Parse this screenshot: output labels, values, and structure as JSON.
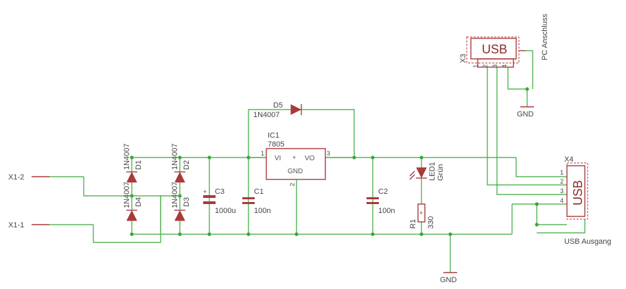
{
  "connectors": {
    "x1_2": "X1-2",
    "x1_1": "X1-1"
  },
  "diodes": {
    "d1_name": "D1",
    "d1_value": "1N4007",
    "d2_name": "D2",
    "d2_value": "1N4007",
    "d3_name": "D3",
    "d3_value": "1N4007",
    "d4_name": "D4",
    "d4_value": "1N4007",
    "d5_name": "D5",
    "d5_value": "1N4007"
  },
  "capacitors": {
    "c1_name": "C1",
    "c1_value": "100n",
    "c2_name": "C2",
    "c2_value": "100n",
    "c3_name": "C3",
    "c3_value": "1000u"
  },
  "regulator": {
    "name": "IC1",
    "value": "7805",
    "pin_vi": "VI",
    "pin_vo": "VO",
    "pin_gnd": "GND",
    "pin1": "1",
    "pin2": "2",
    "pin3": "3"
  },
  "led": {
    "name": "LED1",
    "value": "Grün"
  },
  "resistor": {
    "name": "R1",
    "value": "330"
  },
  "usb_in": {
    "name": "X3",
    "label": "USB",
    "note": "PC Anschluss",
    "pins": [
      "1",
      "2",
      "3",
      "4"
    ]
  },
  "usb_out": {
    "name": "X4",
    "label": "USB",
    "note": "USB Ausgang",
    "pins": [
      "1",
      "2",
      "3",
      "4"
    ]
  },
  "gnd": {
    "label_top": "GND",
    "label_bottom": "GND"
  },
  "colors": {
    "wire": "#3aa63a",
    "part": "#a83a3a",
    "text": "#444444"
  }
}
